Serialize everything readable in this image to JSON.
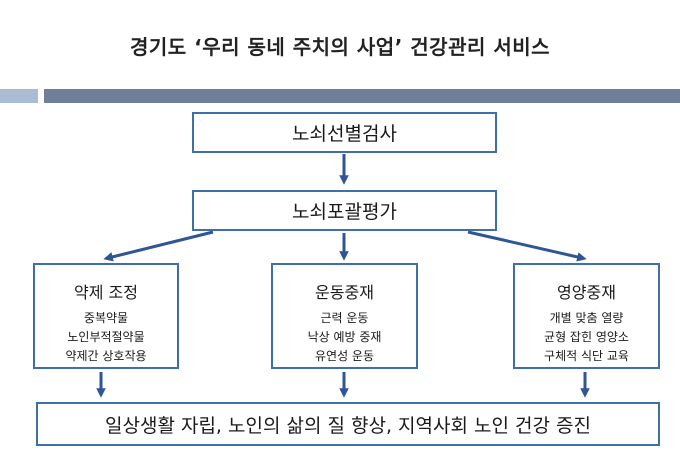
{
  "title": "경기도 ‘우리  동네 주치의 사업’ 건강관리 서비스",
  "colors": {
    "box_border": "#3f6fa8",
    "arrow": "#2f5597",
    "bar_light": "#a9bcd3",
    "bar_dark": "#6f7f99"
  },
  "nodes": {
    "screening": {
      "label": "노쇠선별검사"
    },
    "assessment": {
      "label": "노쇠포괄평가"
    },
    "medication": {
      "label": "약제 조정",
      "items": [
        "중복약물",
        "노인부적절약물",
        "약제간 상호작용"
      ]
    },
    "exercise": {
      "label": "운동중재",
      "items": [
        "근력 운동",
        "낙상 예방 중재",
        "유연성 운동"
      ]
    },
    "nutrition": {
      "label": "영양중재",
      "items": [
        "개별 맞춤 열량",
        "균형 잡힌 영양소",
        "구체적 식단 교육"
      ]
    },
    "outcome": {
      "label": "일상생활 자립, 노인의 삶의 질 향상, 지역사회 노인 건강 증진"
    }
  }
}
